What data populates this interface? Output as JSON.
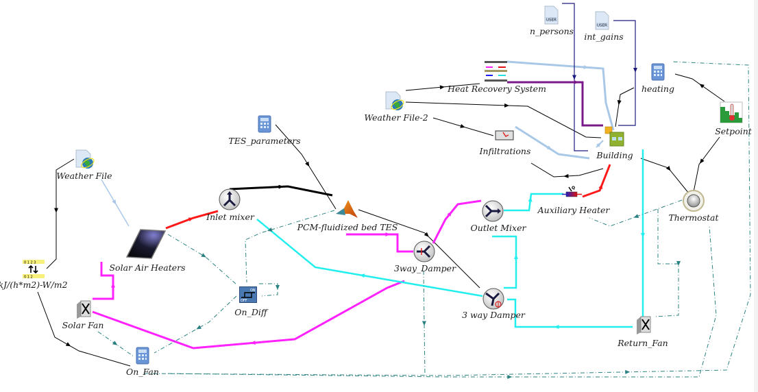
{
  "diagram": {
    "title": "TRNSYS simulation studio project",
    "link_colors": {
      "weather_light": "#a9c8e8",
      "control": "#000000",
      "hot_air": "#ff1a1a",
      "pcm_air": "#ff22ff",
      "return_air": "#22eeee",
      "hrs": "#7a1a8a",
      "user_gains": "#1a1a80",
      "signal_dashed": "#2a8080"
    },
    "components": [
      {
        "id": "weather_file",
        "label": "Weather File",
        "icon": "weather-file-icon"
      },
      {
        "id": "unit_converter",
        "label": "kJ/(h*m2)-W/m2",
        "icon": "unit-converter-icon"
      },
      {
        "id": "solar_air_heaters",
        "label": "Solar Air Heaters",
        "icon": "solar-collector-icon"
      },
      {
        "id": "solar_fan",
        "label": "Solar Fan",
        "icon": "fan-icon"
      },
      {
        "id": "on_fan",
        "label": "On_Fan",
        "icon": "calculator-icon"
      },
      {
        "id": "on_diff",
        "label": "On_Diff",
        "icon": "differential-controller-icon"
      },
      {
        "id": "inlet_mixer",
        "label": "Inlet mixer",
        "icon": "mixer-icon"
      },
      {
        "id": "tes_parameters",
        "label": "TES_parameters",
        "icon": "calculator-icon"
      },
      {
        "id": "pcm_tes",
        "label": "PCM-fluidized bed TES",
        "icon": "matlab-icon"
      },
      {
        "id": "damper_1",
        "label": "3way_Damper",
        "icon": "diverter-icon"
      },
      {
        "id": "damper_2",
        "label": "3 way Damper",
        "icon": "diverter-controlled-icon"
      },
      {
        "id": "outlet_mixer",
        "label": "Outlet Mixer",
        "icon": "mixer-icon"
      },
      {
        "id": "auxiliary_heater",
        "label": "Auxiliary Heater",
        "icon": "heater-icon"
      },
      {
        "id": "weather_file_2",
        "label": "Weather File-2",
        "icon": "weather-file-icon"
      },
      {
        "id": "heat_recovery",
        "label": "Heat Recovery System",
        "icon": "heat-exchanger-icon"
      },
      {
        "id": "infiltrations",
        "label": "Infiltrations",
        "icon": "infiltration-icon"
      },
      {
        "id": "n_persons",
        "label": "n_persons",
        "icon": "user-file-icon"
      },
      {
        "id": "int_gains",
        "label": "int_gains",
        "icon": "user-file-icon"
      },
      {
        "id": "heating",
        "label": "heating",
        "icon": "calculator-icon"
      },
      {
        "id": "building",
        "label": "Building",
        "icon": "building-icon"
      },
      {
        "id": "setpoint",
        "label": "Setpoint",
        "icon": "setpoint-schedule-icon"
      },
      {
        "id": "thermostat",
        "label": "Thermostat",
        "icon": "thermostat-icon"
      },
      {
        "id": "return_fan",
        "label": "Return_Fan",
        "icon": "fan-icon"
      }
    ]
  }
}
